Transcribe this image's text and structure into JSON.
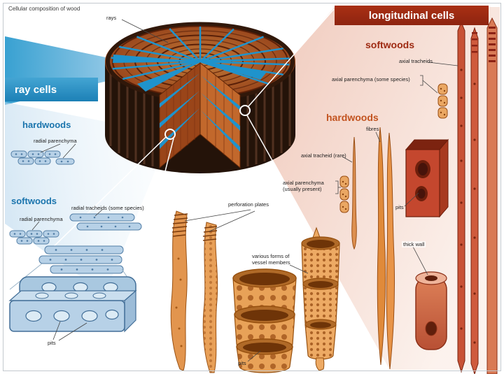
{
  "title": "Cellular composition of wood",
  "banners": {
    "longitudinal": "longitudinal cells",
    "ray": "ray cells"
  },
  "trunk": {
    "rays": "rays"
  },
  "ray_cells": {
    "hardwoods_title": "hardwoods",
    "hardwoods_radial_parenchyma": "radial parenchyma",
    "softwoods_title": "softwoods",
    "radial_tracheids": "radial tracheids (some species)",
    "softwoods_radial_parenchyma": "radial parenchyma",
    "pits": "pits"
  },
  "longitudinal_cells": {
    "softwoods_title": "softwoods",
    "axial_tracheids": "axial tracheids",
    "axial_parenchyma_some": "axial parenchyma (some species)",
    "hardwoods_title": "hardwoods",
    "fibres": "fibres",
    "axial_tracheid_rare": "axial tracheid (rare)",
    "axial_parenchyma_usually": "axial parenchyma (usually present)",
    "pits": "pits",
    "thick_wall": "thick wall"
  },
  "vessels": {
    "perforation_plates": "perforation plates",
    "various_forms": "various forms of vessel members",
    "pits": "pits"
  },
  "colors": {
    "banner_red": "#9e2a12",
    "banner_blue": "#2591c2",
    "ray_cell_blue": "#b7d1e7",
    "longitudinal_orange": "#e08a3a",
    "tracheid_red": "#c85236",
    "trunk_brown": "#9c4a1e",
    "ray_blue": "#1f93cc"
  }
}
